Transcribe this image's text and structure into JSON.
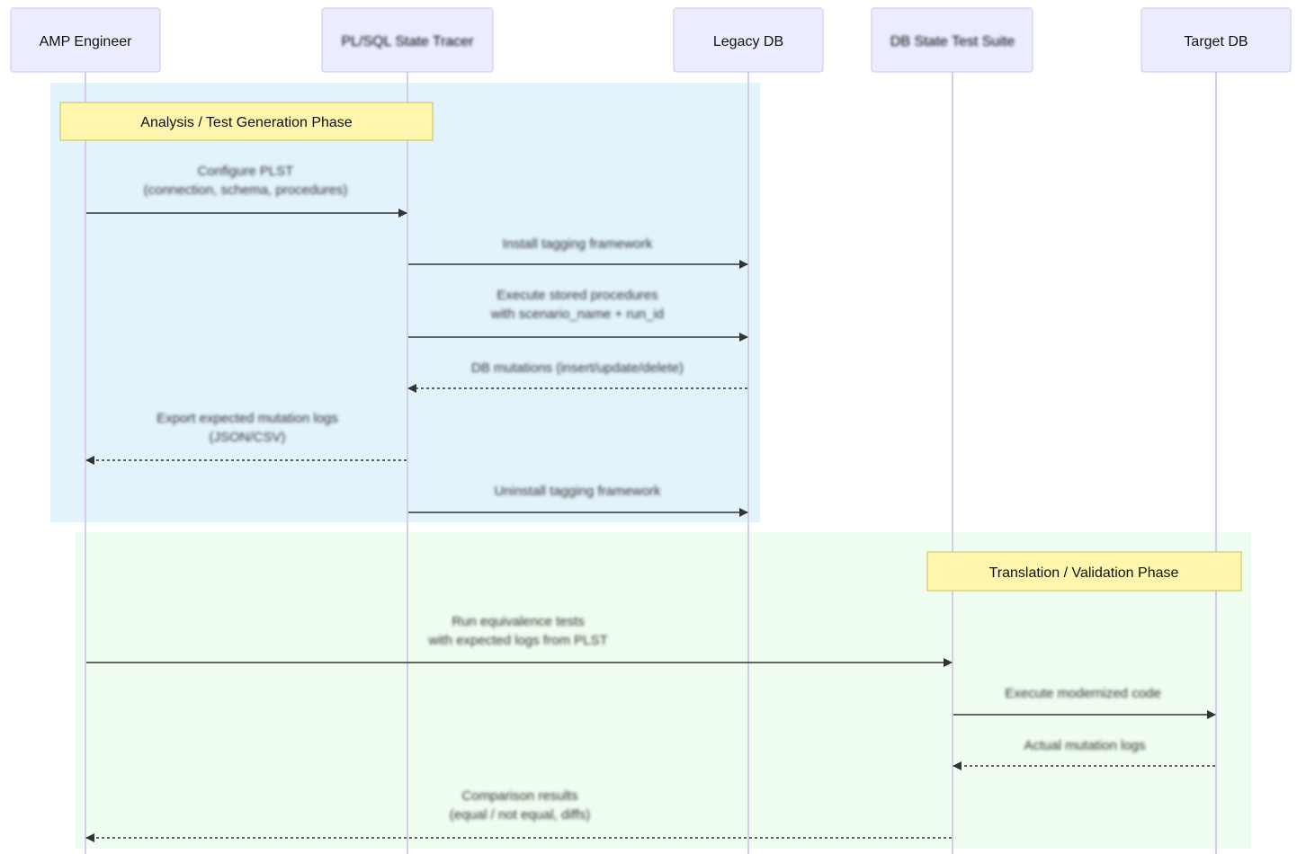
{
  "participants": [
    {
      "id": "eng",
      "label": "AMP Engineer",
      "obscured": false
    },
    {
      "id": "tracer",
      "label": "PL/SQL State Tracer",
      "obscured": true
    },
    {
      "id": "legacy",
      "label": "Legacy DB",
      "obscured": false
    },
    {
      "id": "suite",
      "label": "DB State Test Suite",
      "obscured": true
    },
    {
      "id": "target",
      "label": "Target DB",
      "obscured": false
    }
  ],
  "phases": [
    {
      "id": "analysis",
      "note": "Analysis / Test Generation Phase",
      "color": "#e3f3fc"
    },
    {
      "id": "translation",
      "note": "Translation / Validation Phase",
      "color": "#effdf0"
    }
  ],
  "messages": [
    {
      "from": "eng",
      "to": "tracer",
      "style": "solid",
      "lines": [
        "Configure PLST",
        "(connection, schema, procedures)"
      ]
    },
    {
      "from": "tracer",
      "to": "legacy",
      "style": "solid",
      "lines": [
        "Install tagging framework"
      ]
    },
    {
      "from": "tracer",
      "to": "legacy",
      "style": "solid",
      "lines": [
        "Execute stored procedures",
        "with scenario_name + run_id"
      ]
    },
    {
      "from": "legacy",
      "to": "tracer",
      "style": "dashed",
      "lines": [
        "DB mutations (insert/update/delete)"
      ]
    },
    {
      "from": "tracer",
      "to": "eng",
      "style": "dashed",
      "lines": [
        "Export expected mutation logs",
        "(JSON/CSV)"
      ]
    },
    {
      "from": "tracer",
      "to": "legacy",
      "style": "solid",
      "lines": [
        "Uninstall tagging framework"
      ]
    },
    {
      "from": "eng",
      "to": "suite",
      "style": "solid",
      "lines": [
        "Run equivalence tests",
        "with expected logs from PLST"
      ]
    },
    {
      "from": "suite",
      "to": "target",
      "style": "solid",
      "lines": [
        "Execute modernized code"
      ]
    },
    {
      "from": "target",
      "to": "suite",
      "style": "dashed",
      "lines": [
        "Actual mutation logs"
      ]
    },
    {
      "from": "suite",
      "to": "eng",
      "style": "dashed",
      "lines": [
        "Comparison results",
        "(equal / not equal, diffs)"
      ]
    }
  ],
  "colors": {
    "actor_fill": "#ececff",
    "actor_stroke": "#cfcff5",
    "lifeline": "#d4cdef",
    "note_fill": "#fff5ad",
    "note_stroke": "#c9c05a",
    "arrow": "#333333"
  }
}
